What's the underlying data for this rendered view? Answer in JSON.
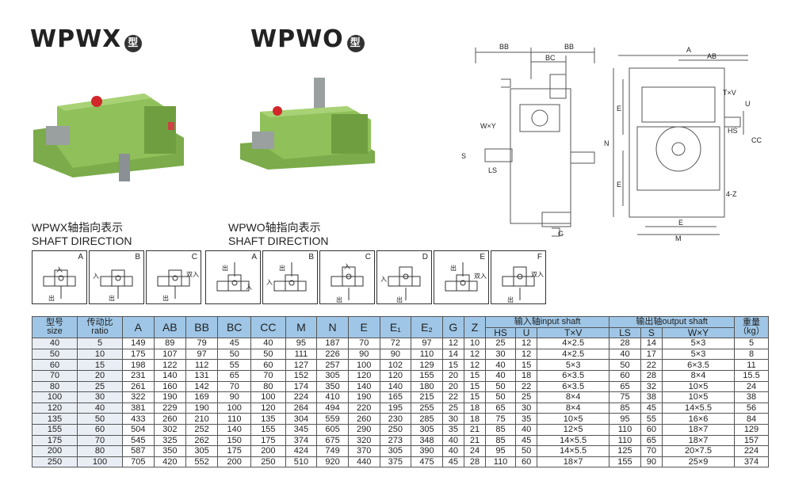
{
  "titles": {
    "wpwx": {
      "main": "WPWX",
      "suffix": "型"
    },
    "wpwo": {
      "main": "WPWO",
      "suffix": "型"
    }
  },
  "shaft_direction": {
    "wpwx": {
      "line1": "WPWX轴指向表示",
      "line2": "SHAFT DIRECTION"
    },
    "wpwo": {
      "line1": "WPWO轴指向表示",
      "line2": "SHAFT DIRECTION"
    }
  },
  "panels_wpwx": [
    {
      "letter": "A",
      "labels": [
        "入",
        "出"
      ]
    },
    {
      "letter": "B",
      "labels": [
        "入",
        "出"
      ]
    },
    {
      "letter": "C",
      "labels": [
        "双入",
        "出"
      ]
    }
  ],
  "panels_wpwo": [
    {
      "letter": "A",
      "labels": [
        "出",
        "入"
      ]
    },
    {
      "letter": "B",
      "labels": [
        "入",
        "出"
      ]
    },
    {
      "letter": "C",
      "labels": [
        "出",
        "入"
      ]
    },
    {
      "letter": "D",
      "labels": [
        "入",
        "出"
      ]
    },
    {
      "letter": "E",
      "labels": [
        "出",
        "双入"
      ]
    },
    {
      "letter": "F",
      "labels": [
        "出",
        "双入"
      ]
    }
  ],
  "drawing_labels": {
    "bb_left": "BB",
    "bb_right": "BB",
    "bc": "BC",
    "wxy": "W×Y",
    "s": "S",
    "ls": "LS",
    "g": "G",
    "a": "A",
    "ab": "AB",
    "txv": "T×V",
    "u": "U",
    "hs": "HS",
    "cc": "CC",
    "n": "N",
    "e_top": "E",
    "e_bottom": "E",
    "four_z": "4-Z",
    "e_b1": "E",
    "m": "M"
  },
  "table": {
    "headers": {
      "size": [
        "型号",
        "size"
      ],
      "ratio": [
        "传动比",
        "ratio"
      ],
      "cols": [
        "A",
        "AB",
        "BB",
        "BC",
        "CC",
        "M",
        "N",
        "E",
        "E₁",
        "E₂",
        "G",
        "Z"
      ],
      "input_group": "输入轴input shaft",
      "input_cols": [
        "HS",
        "U",
        "T×V"
      ],
      "output_group": "输出轴output shaft",
      "output_cols": [
        "LS",
        "S",
        "W×Y"
      ],
      "weight": [
        "重量",
        "（kg）"
      ]
    },
    "rows": [
      [
        "40",
        "5",
        "149",
        "89",
        "79",
        "45",
        "40",
        "95",
        "187",
        "70",
        "72",
        "97",
        "12",
        "10",
        "25",
        "12",
        "4×2.5",
        "28",
        "14",
        "5×3",
        "5"
      ],
      [
        "50",
        "10",
        "175",
        "107",
        "97",
        "50",
        "50",
        "111",
        "226",
        "90",
        "90",
        "110",
        "14",
        "12",
        "30",
        "12",
        "4×2.5",
        "40",
        "17",
        "5×3",
        "8"
      ],
      [
        "60",
        "15",
        "198",
        "122",
        "112",
        "55",
        "60",
        "127",
        "257",
        "100",
        "102",
        "129",
        "15",
        "12",
        "40",
        "15",
        "5×3",
        "50",
        "22",
        "6×3.5",
        "11"
      ],
      [
        "70",
        "20",
        "231",
        "140",
        "131",
        "65",
        "70",
        "152",
        "305",
        "120",
        "120",
        "155",
        "20",
        "15",
        "40",
        "18",
        "6×3.5",
        "60",
        "28",
        "8×4",
        "15.5"
      ],
      [
        "80",
        "25",
        "261",
        "160",
        "142",
        "70",
        "80",
        "174",
        "350",
        "140",
        "140",
        "180",
        "20",
        "15",
        "50",
        "22",
        "6×3.5",
        "65",
        "32",
        "10×5",
        "24"
      ],
      [
        "100",
        "30",
        "322",
        "190",
        "169",
        "90",
        "100",
        "224",
        "410",
        "190",
        "165",
        "215",
        "22",
        "15",
        "50",
        "25",
        "8×4",
        "75",
        "38",
        "10×5",
        "38"
      ],
      [
        "120",
        "40",
        "381",
        "229",
        "190",
        "100",
        "120",
        "264",
        "494",
        "220",
        "195",
        "255",
        "25",
        "18",
        "65",
        "30",
        "8×4",
        "85",
        "45",
        "14×5.5",
        "56"
      ],
      [
        "135",
        "50",
        "433",
        "260",
        "210",
        "110",
        "135",
        "304",
        "559",
        "260",
        "230",
        "285",
        "30",
        "18",
        "75",
        "35",
        "10×5",
        "95",
        "55",
        "16×6",
        "84"
      ],
      [
        "155",
        "60",
        "504",
        "302",
        "252",
        "140",
        "155",
        "345",
        "605",
        "290",
        "250",
        "305",
        "35",
        "21",
        "85",
        "40",
        "12×5",
        "110",
        "60",
        "18×7",
        "129"
      ],
      [
        "175",
        "70",
        "545",
        "325",
        "262",
        "150",
        "175",
        "374",
        "675",
        "320",
        "273",
        "348",
        "40",
        "21",
        "85",
        "45",
        "14×5.5",
        "110",
        "65",
        "18×7",
        "157"
      ],
      [
        "200",
        "80",
        "587",
        "350",
        "305",
        "175",
        "200",
        "424",
        "749",
        "370",
        "305",
        "390",
        "40",
        "24",
        "95",
        "50",
        "14×5.5",
        "125",
        "70",
        "20×7.5",
        "224"
      ],
      [
        "250",
        "100",
        "705",
        "420",
        "552",
        "200",
        "250",
        "510",
        "920",
        "440",
        "375",
        "475",
        "45",
        "28",
        "110",
        "60",
        "18×7",
        "155",
        "90",
        "25×9",
        "374"
      ]
    ]
  },
  "colors": {
    "gear_green": "#8fc05a",
    "gear_dark": "#5f8a35",
    "header_blue": "#9fc6e6",
    "cell_light": "#e9eef5",
    "plug_red": "#d2262b"
  }
}
